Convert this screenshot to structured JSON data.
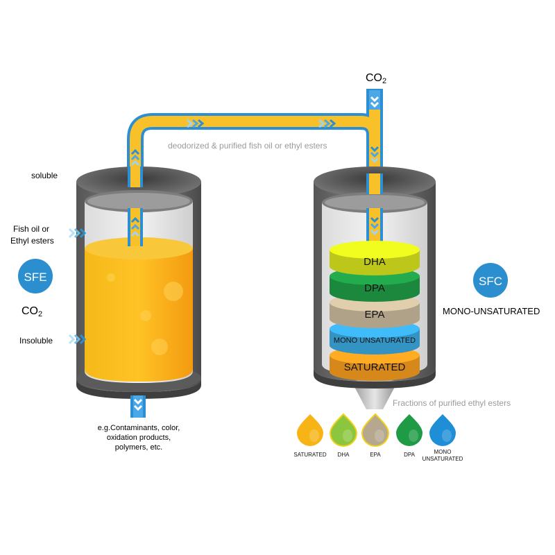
{
  "labels": {
    "co2_top": "CO",
    "co2_top_sub": "2",
    "pipe_caption": "deodorized & purified fish oil or ethyl esters",
    "soluble": "soluble",
    "fish_oil_line1": "Fish oil or",
    "fish_oil_line2": "Ethyl esters",
    "sfe": "SFE",
    "co2_left": "CO",
    "co2_left_sub": "2",
    "insoluble": "Insoluble",
    "contaminants_line1": "e.g.Contaminants, color,",
    "contaminants_line2": "oxidation products,",
    "contaminants_line3": "polymers, etc.",
    "sfc": "SFC",
    "mono_unsaturated_right": "MONO-UNSATURATED",
    "fractions_caption": "Fractions of purified ethyl esters"
  },
  "layers": [
    {
      "label": "DHA",
      "color": "#d7e21c"
    },
    {
      "label": "DPA",
      "color": "#1f9a45"
    },
    {
      "label": "EPA",
      "color": "#c8b89a"
    },
    {
      "label": "MONO UNSATURATED",
      "color": "#3aa8df"
    },
    {
      "label": "SATURATED",
      "color": "#f39a1e"
    }
  ],
  "drops": [
    {
      "label": "SATURATED",
      "color": "#f7b416"
    },
    {
      "label": "DHA",
      "color": "#8cc63f"
    },
    {
      "label": "EPA",
      "color": "#b5a88f"
    },
    {
      "label": "DPA",
      "color": "#1f9a45"
    },
    {
      "label_line1": "MONO",
      "label_line2": "UNSATURATED",
      "color": "#1e8fd6"
    }
  ],
  "colors": {
    "pipe_fill": "#f8c12a",
    "pipe_border": "#2d8fd3",
    "oil": "#f7a91c",
    "badge": "#2b8fcf",
    "vessel": "#6b6b6b"
  }
}
